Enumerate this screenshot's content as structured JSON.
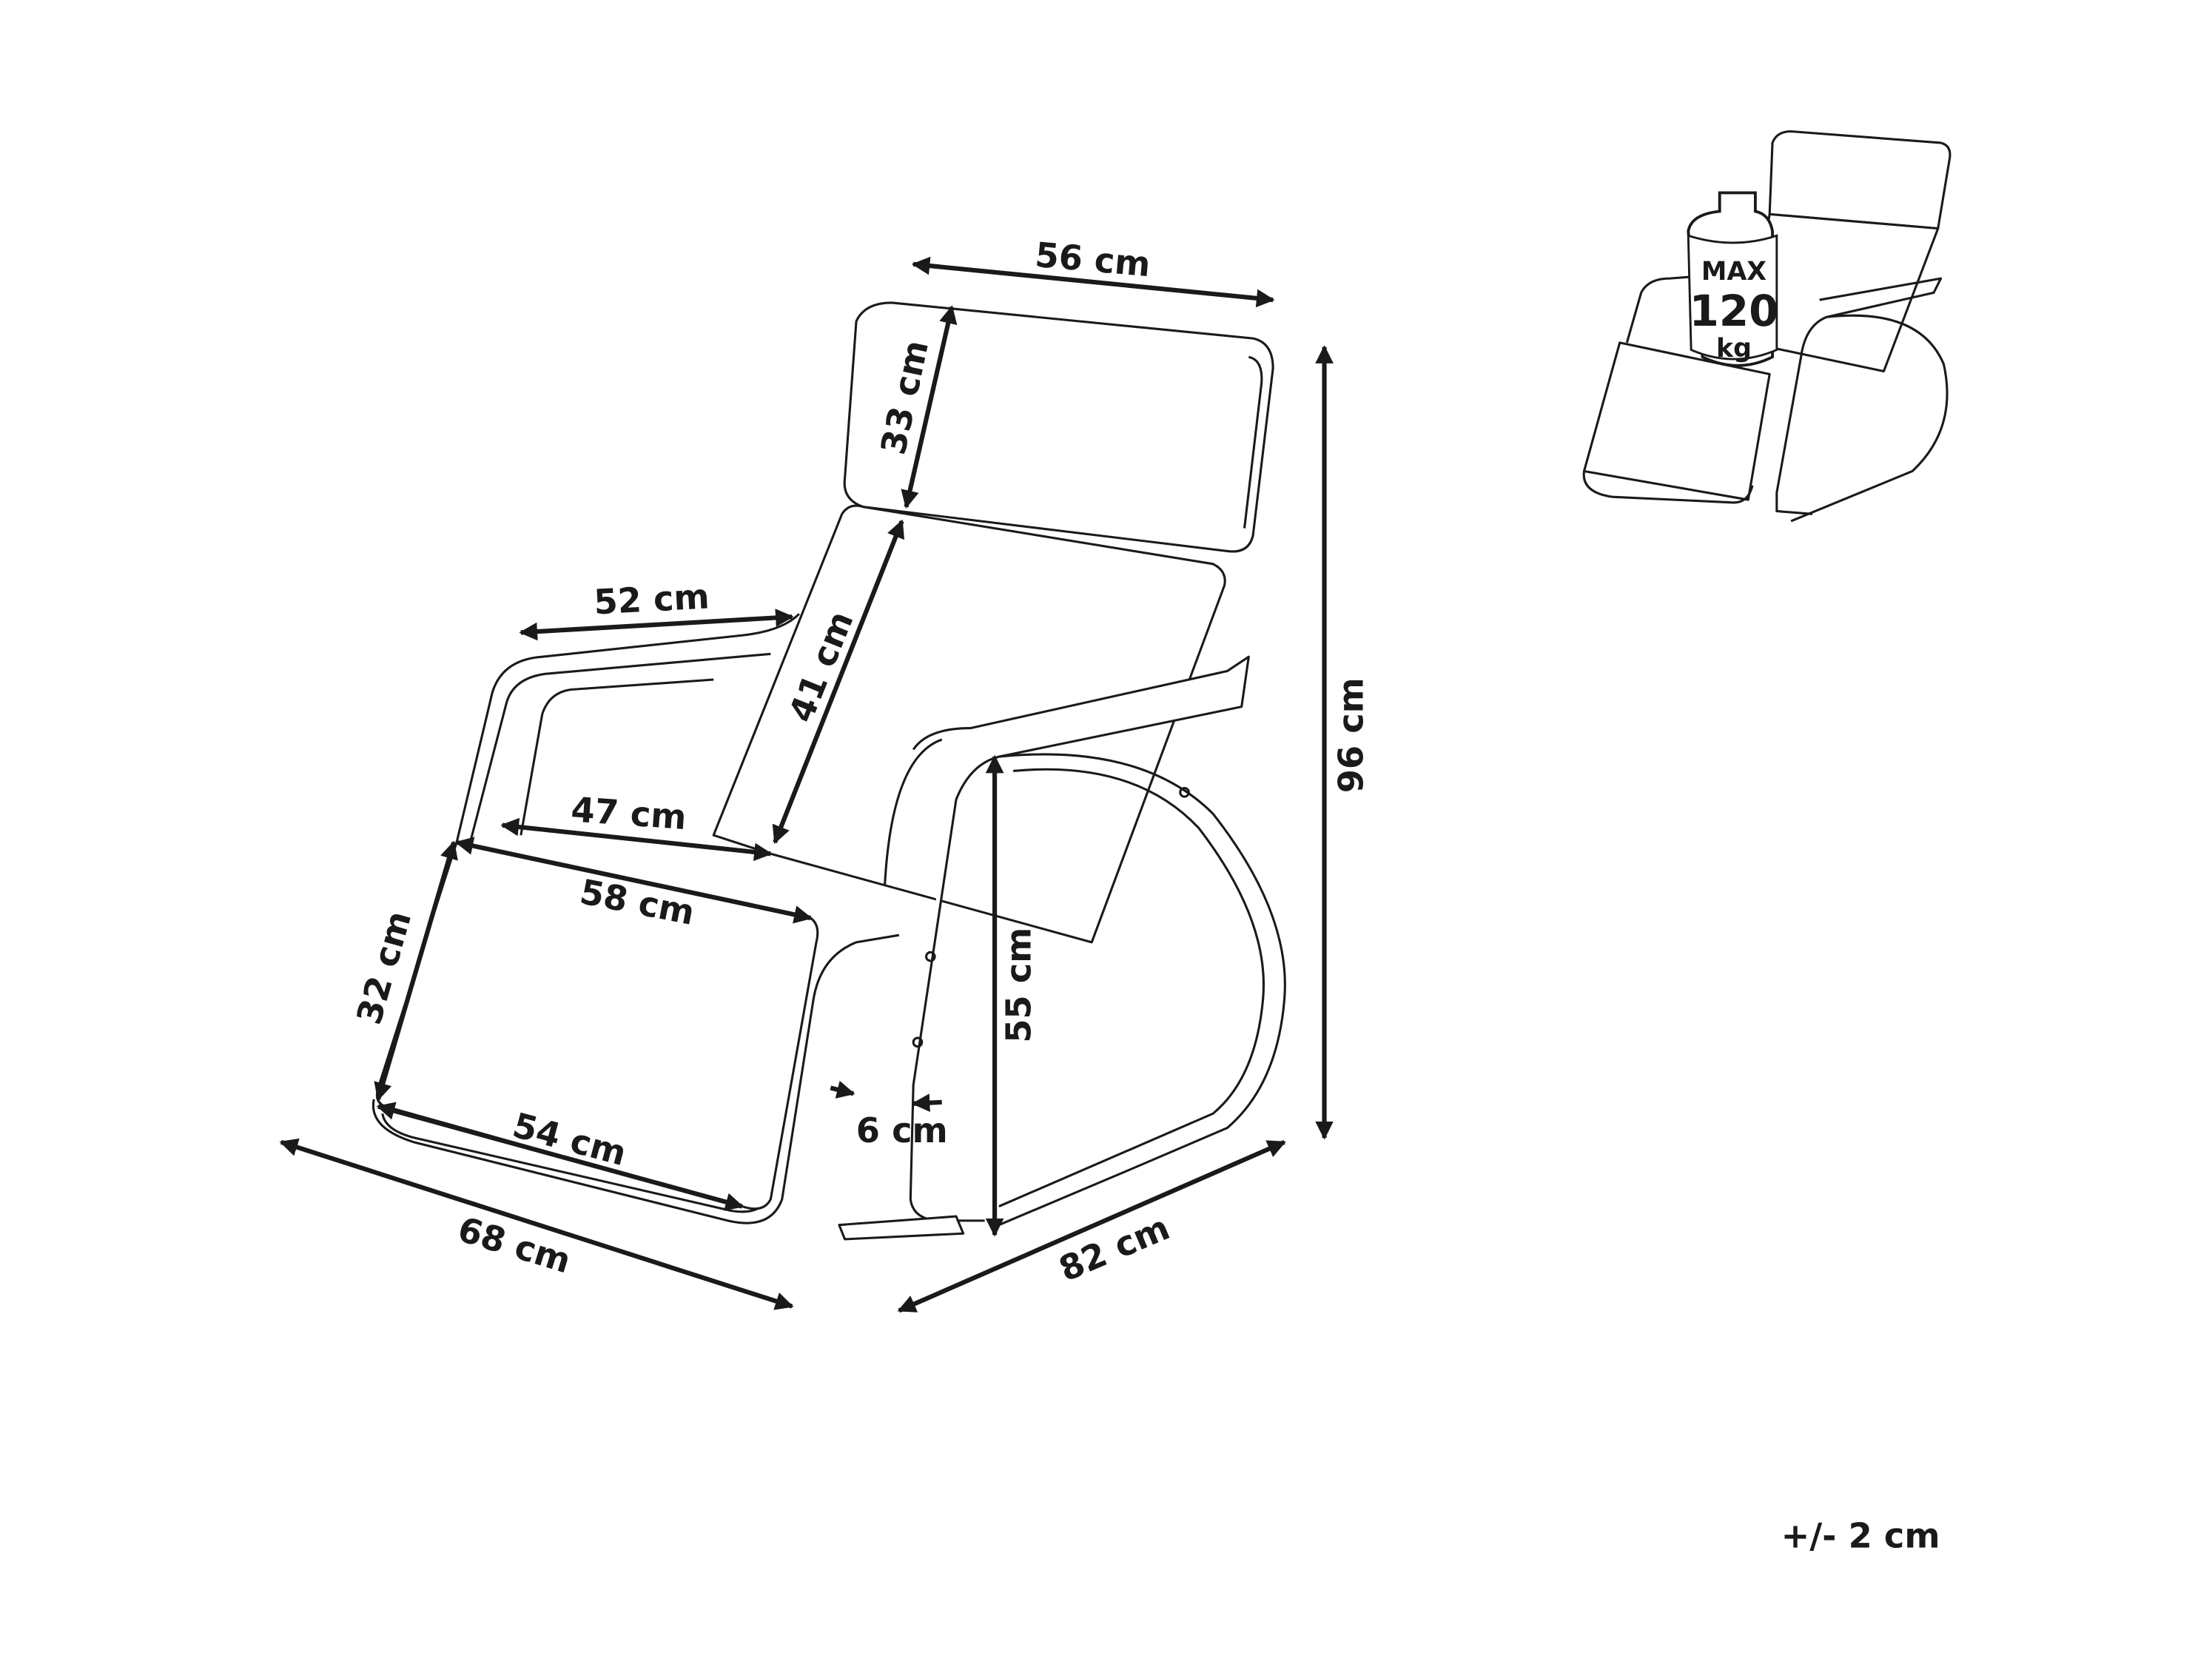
{
  "dimensions": {
    "headrest_width": "56 cm",
    "headrest_height": "33 cm",
    "armrest_span": "52 cm",
    "backrest_height": "41 cm",
    "seat_width": "47 cm",
    "seat_depth": "58 cm",
    "footrest_height": "32 cm",
    "footrest_width": "54 cm",
    "total_width": "68 cm",
    "frame_thickness": "6 cm",
    "armrest_height": "55 cm",
    "total_height": "96 cm",
    "total_depth": "82 cm"
  },
  "load_badge": {
    "line1": "MAX",
    "line2": "120",
    "line3": "kg"
  },
  "tolerance": "+/- 2 cm",
  "colors": {
    "line": "#1a1a1a",
    "background": "#ffffff"
  }
}
